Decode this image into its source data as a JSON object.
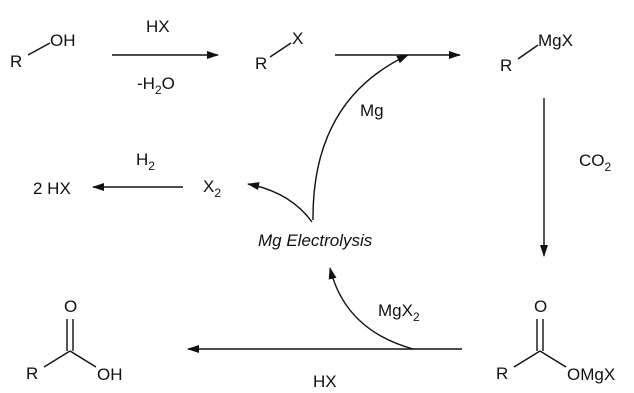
{
  "species": {
    "alcohol": {
      "r": "R",
      "oh": "OH"
    },
    "alkyl_halide": {
      "r": "R",
      "x": "X"
    },
    "grignard": {
      "r": "R",
      "mgx": "MgX"
    },
    "carboxylate_salt": {
      "r": "R",
      "o": "O",
      "omgx": "OMgX"
    },
    "carboxylic_acid": {
      "r": "R",
      "o": "O",
      "oh": "OH"
    },
    "halogen": {
      "base": "X",
      "sub": "2"
    },
    "hydrogen_halide": {
      "text": "2 HX"
    }
  },
  "reagents": {
    "step1_top": "HX",
    "step1_bottom_prefix": "-H",
    "step1_bottom_sub": "2",
    "step1_bottom_suffix": "O",
    "mg": "Mg",
    "co2_base": "CO",
    "co2_sub": "2",
    "acidification": "HX",
    "mgx2_base": "MgX",
    "mgx2_sub": "2",
    "h2_base": "H",
    "h2_sub": "2"
  },
  "process": {
    "electrolysis": "Mg Electrolysis"
  }
}
